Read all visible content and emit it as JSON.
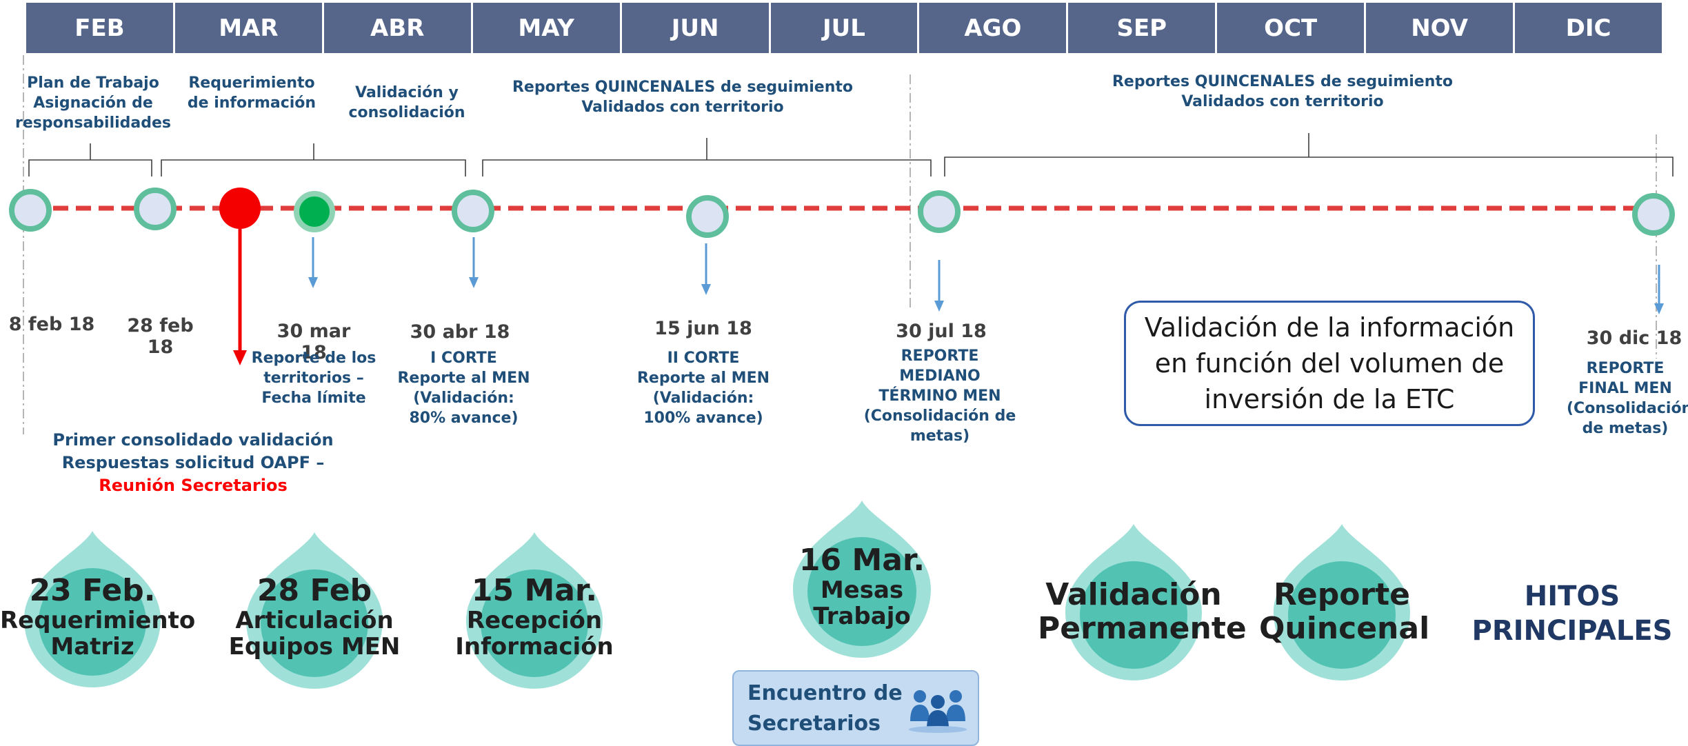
{
  "months": [
    "FEB",
    "MAR",
    "ABR",
    "MAY",
    "JUN",
    "JUL",
    "AGO",
    "SEP",
    "OCT",
    "NOV",
    "DIC"
  ],
  "top_labels": {
    "plan": "Plan de Trabajo\nAsignación de\nresponsabilidades",
    "requerimiento": "Requerimiento\nde información",
    "validacion": "Validación y\nconsolidación",
    "reportes_1": "Reportes QUINCENALES de seguimiento\nValidados con territorio",
    "reportes_2": "Reportes QUINCENALES de seguimiento\nValidados con territorio"
  },
  "dates": {
    "d1": "8 feb 18",
    "d2": "28 feb 18",
    "d3": "30 mar 18",
    "d4": "30 abr 18",
    "d5": "15 jun 18",
    "d6": "30 jul 18",
    "d7": "30 dic 18"
  },
  "date_notes": {
    "n3": "Reporte de los\nterritorios –\nFecha límite",
    "n4": "I CORTE\nReporte al MEN\n(Validación:\n80% avance)",
    "n5": "II CORTE\nReporte al MEN\n(Validación:\n100% avance)",
    "n6": "REPORTE\nMEDIANO\nTÉRMINO MEN\n(Consolidación de\nmetas)",
    "n7": "REPORTE\nFINAL  MEN\n(Consolidación\nde metas)"
  },
  "consolidado": {
    "line1": "Primer consolidado validación",
    "line2": "Respuestas solicitud OAPF –",
    "line3": "Reunión Secretarios"
  },
  "info_box": "Validación de la información en función del volumen de inversión de la ETC",
  "drops": [
    {
      "title": "23 Feb.",
      "line1": "Requerimiento",
      "line2": "Matriz"
    },
    {
      "title": "28 Feb",
      "line1": "Articulación",
      "line2": "Equipos MEN"
    },
    {
      "title": "15 Mar.",
      "line1": "Recepción",
      "line2": "Información"
    },
    {
      "title": "16 Mar.",
      "line1": "Mesas",
      "line2": "Trabajo"
    },
    {
      "title": "Validación",
      "line1": "Permanente",
      "line2": ""
    },
    {
      "title": "Reporte",
      "line1": "Quincenal",
      "line2": ""
    }
  ],
  "meeting": "Encuentro de\nSecretarios",
  "hitos": "HITOS\nPRINCIPALES",
  "colors": {
    "header": "#56658a",
    "dash": "#e03c3c",
    "node_ring": "#5fbf9c",
    "node_fill": "#dce4f4",
    "red_node": "#f40000",
    "green_node": "#00b050",
    "arrow": "#5b9bd5",
    "drop_outer": "#9fe0d8",
    "drop_inner": "#52c2b3",
    "text_blue": "#1f4e79"
  }
}
